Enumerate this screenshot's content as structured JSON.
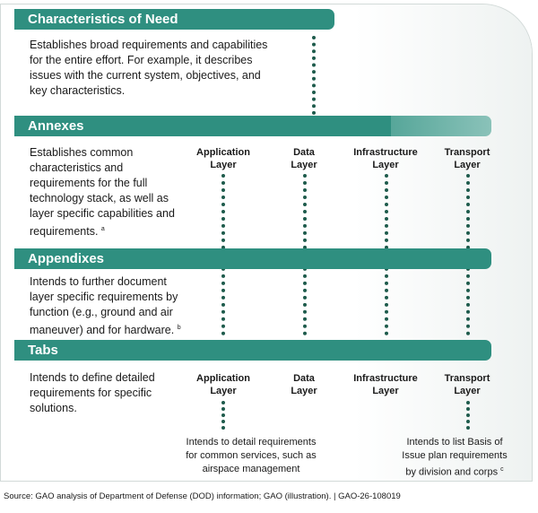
{
  "colors": {
    "bar": "#2f8f80",
    "dots": "#1e5b4c"
  },
  "characteristics": {
    "title": "Characteristics of Need",
    "lines": [
      "Establishes broad requirements and capabilities",
      "for the entire effort. For example, it describes",
      "issues with the current system, objectives, and",
      "key characteristics."
    ]
  },
  "annexes": {
    "title": "Annexes",
    "lines": [
      "Establishes common",
      "characteristics and",
      "requirements for the full",
      "technology stack, as well as",
      "layer specific capabilities and",
      "requirements."
    ],
    "footnote": "a"
  },
  "layers": {
    "application": [
      "Application",
      "Layer"
    ],
    "data": [
      "Data",
      "Layer"
    ],
    "infrastructure": [
      "Infrastructure",
      "Layer"
    ],
    "transport": [
      "Transport",
      "Layer"
    ]
  },
  "appendixes": {
    "title": "Appendixes",
    "lines": [
      "Intends to further document",
      "layer specific requirements by",
      "function (e.g., ground and air",
      "maneuver) and for hardware."
    ],
    "footnote": "b"
  },
  "tabs": {
    "title": "Tabs",
    "lines": [
      "Intends to define detailed",
      "requirements for specific",
      "solutions."
    ]
  },
  "notes": {
    "application": [
      "Intends to detail requirements",
      "for common services, such as",
      "airspace management"
    ],
    "transport": [
      "Intends to list Basis of",
      "Issue plan requirements",
      "by division and corps"
    ],
    "transport_footnote": "c"
  },
  "source": "Source: GAO analysis of Department of Defense (DOD) information; GAO (illustration).  |  GAO-26-108019"
}
